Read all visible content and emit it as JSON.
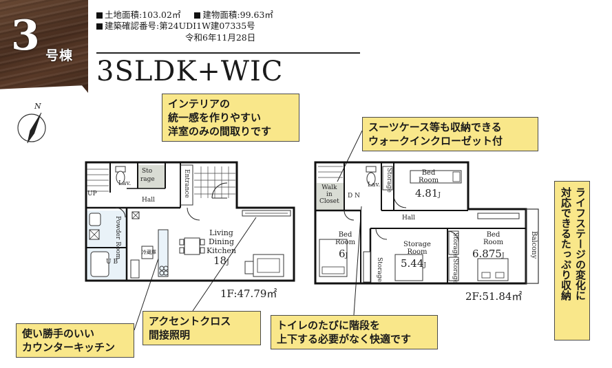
{
  "badge": {
    "number": "3",
    "suffix": "号棟"
  },
  "info": {
    "land_area": "土地面積:103.02㎡",
    "building_area": "建物面積:99.63㎡",
    "permit": "建築確認番号:第24UDI1W建07335号",
    "permit_date": "令和6年11月28日"
  },
  "title": "3SLDK+WIC",
  "compass": {
    "label": "N"
  },
  "callouts": {
    "interior": [
      "インテリアの",
      "統一感を作りやすい",
      "洋室のみの間取りです"
    ],
    "suitcase": [
      "スーツケース等も収納できる",
      "ウォークインクローゼット付"
    ],
    "lifestage": [
      "ライフステージの変化に",
      "対応できるたっぷり収納"
    ],
    "kitchen": [
      "使い勝手のいい",
      "カウンターキッチン"
    ],
    "accent": [
      "アクセントクロス",
      "間接照明"
    ],
    "toilet": [
      "トイレのたびに階段を",
      "上下する必要がなく快適です"
    ]
  },
  "floor1": {
    "area": "1F:47.79㎡",
    "rooms": {
      "up": "UP",
      "lav": "Lav.",
      "storage_top": "Sto",
      "storage_bottom": "rage",
      "entrance": "Entrance",
      "hall": "Hall",
      "powder_room": "Powder Room",
      "ub": "U B",
      "ldk_1": "Living",
      "ldk_2": "Dining",
      "ldk_3": "Kitchen",
      "ldk_size": "18",
      "ldk_unit": "J",
      "fridge": "冷蔵庫"
    }
  },
  "floor2": {
    "area": "2F:51.84㎡",
    "rooms": {
      "walk_in_1": "Walk",
      "walk_in_2": "in",
      "walk_in_3": "Closet",
      "dn": "D N",
      "lav": "Lav.",
      "storage": "Storage",
      "bed_label_1": "Bed",
      "bed_label_2": "Room",
      "bed_top_size": "4.81",
      "bed_left_size": "6",
      "storage_room_1": "Storage",
      "storage_room_2": "Room",
      "storage_room_size": "5.44",
      "bed_right_size": "6.875",
      "unit": "J",
      "hall": "Hall",
      "balcony": "Balcony"
    }
  }
}
